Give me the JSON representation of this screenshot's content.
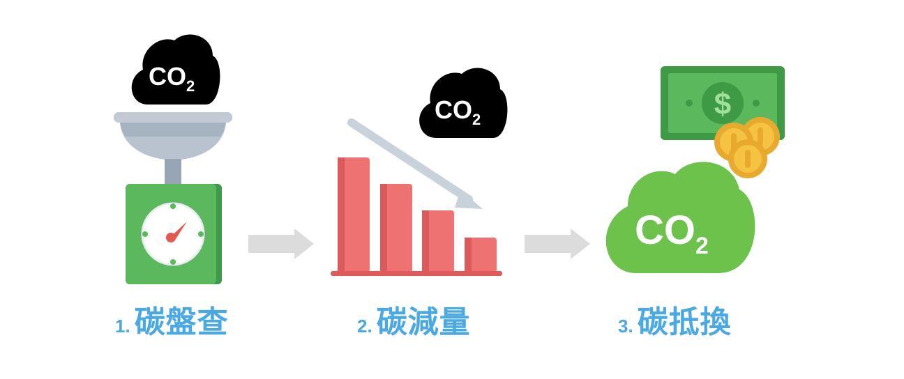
{
  "co2": {
    "main": "CO",
    "sub": "2"
  },
  "currency_symbol": "$",
  "steps": [
    {
      "number": "1.",
      "title": "碳盤查"
    },
    {
      "number": "2.",
      "title": "碳減量"
    },
    {
      "number": "3.",
      "title": "碳抵換"
    }
  ],
  "colors": {
    "label_blue": "#4aa8e3",
    "scale_green": "#5cb85c",
    "bar_red": "#ef7272",
    "cloud_green": "#6cc24a",
    "cloud_black": "#000000",
    "arrow_gray": "#dcdcdc",
    "bill_green": "#4cae4f",
    "coin_gold": "#f5c242"
  },
  "icons": {
    "step1": [
      "co2-cloud-icon",
      "scale-icon"
    ],
    "step2": [
      "co2-cloud-icon",
      "bar-chart-icon",
      "down-trend-arrow-icon"
    ],
    "step3": [
      "co2-cloud-icon",
      "dollar-bill-icon",
      "coins-icon"
    ]
  }
}
